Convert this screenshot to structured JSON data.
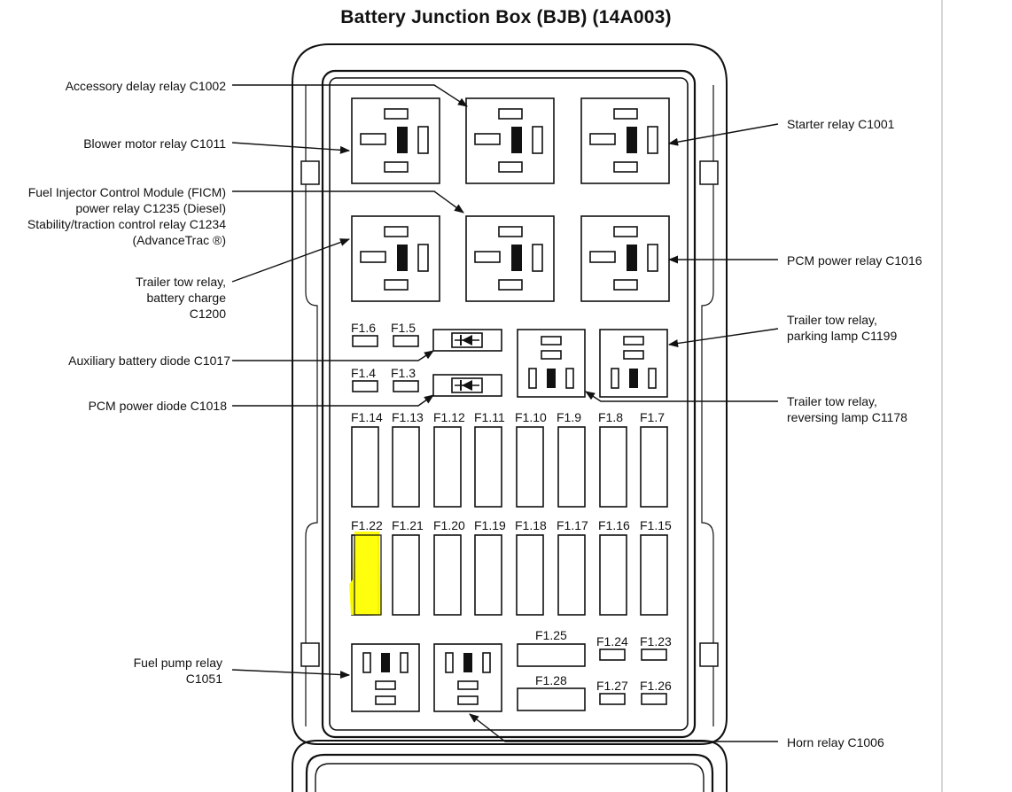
{
  "title": "Battery Junction Box (BJB) (14A003)",
  "highlight_color": "#ffff00",
  "callouts": {
    "accessory_delay_relay": "Accessory delay relay C1002",
    "blower_motor_relay": "Blower motor relay C1011",
    "ficm_relay": "Fuel Injector Control Module (FICM)\npower relay C1235 (Diesel)\nStability/traction control relay C1234\n(AdvanceTrac ®)",
    "trailer_tow_battery_charge": "Trailer tow relay,\nbattery charge\nC1200",
    "aux_battery_diode": "Auxiliary battery diode C1017",
    "pcm_power_diode": "PCM power diode C1018",
    "fuel_pump_relay": "Fuel pump relay\nC1051",
    "starter_relay": "Starter relay C1001",
    "pcm_power_relay": "PCM power relay C1016",
    "trailer_tow_parking": "Trailer tow relay,\nparking lamp C1199",
    "trailer_tow_reversing": "Trailer tow relay,\nreversing lamp C1178",
    "horn_relay": "Horn relay C1006"
  },
  "fuses": {
    "f1_6": "F1.6",
    "f1_5": "F1.5",
    "f1_4": "F1.4",
    "f1_3": "F1.3",
    "row1": [
      "F1.14",
      "F1.13",
      "F1.12",
      "F1.11",
      "F1.10",
      "F1.9",
      "F1.8",
      "F1.7"
    ],
    "row2": [
      "F1.22",
      "F1.21",
      "F1.20",
      "F1.19",
      "F1.18",
      "F1.17",
      "F1.16",
      "F1.15"
    ],
    "f1_25": "F1.25",
    "f1_28": "F1.28",
    "f1_24": "F1.24",
    "f1_23": "F1.23",
    "f1_27": "F1.27",
    "f1_26": "F1.26"
  }
}
